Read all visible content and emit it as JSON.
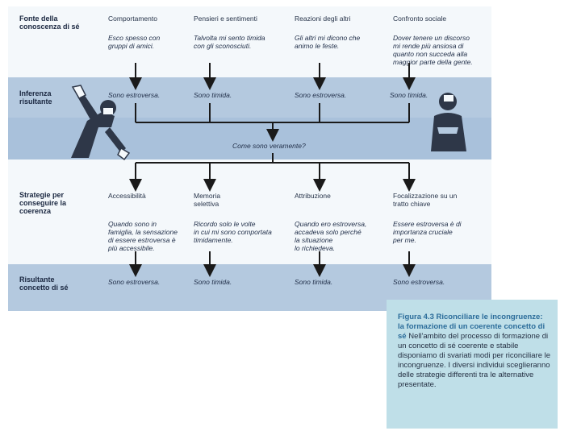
{
  "rows": {
    "sources": "Fonte della\nconoscenza di sé",
    "inference": "Inferenza\nrisultante",
    "strategies": "Strategie per\nconseguire la\ncoerenza",
    "result": "Risultante\nconcetto di sé"
  },
  "sources": [
    {
      "title": "Comportamento",
      "example": "Esco spesso con\ngruppi di amici."
    },
    {
      "title": "Pensieri e sentimenti",
      "example": "Talvolta mi sento timida\ncon gli sconosciuti."
    },
    {
      "title": "Reazioni degli altri",
      "example": "Gli altri mi dicono che\nanimo le feste."
    },
    {
      "title": "Confronto sociale",
      "example": "Dover tenere un discorso\nmi rende più ansiosa di\nquanto non succeda alla\nmaggior parte della gente."
    }
  ],
  "inferences": [
    "Sono estroversa.",
    "Sono timida.",
    "Sono estroversa.",
    "Sono timida."
  ],
  "central_question": "Come sono veramente?",
  "strategies": [
    {
      "title": "Accessibilità",
      "example": "Quando sono in\nfamiglia, la sensazione\ndi essere estroversa è\npiù accessibile."
    },
    {
      "title": "Memoria\nselettiva",
      "example": "Ricordo solo le volte\nin cui mi sono comportata\ntimidamente."
    },
    {
      "title": "Attribuzione",
      "example": "Quando ero estroversa,\naccadeva solo perché\nla situazione\nlo richiedeva."
    },
    {
      "title": "Focalizzazione su un\ntratto chiave",
      "example": "Essere estroversa è di\nimportanza cruciale\nper me."
    }
  ],
  "results": [
    "Sono estroversa.",
    "Sono timida.",
    "Sono timida.",
    "Sono estroversa."
  ],
  "caption": {
    "title": "Figura 4.3 Riconciliare le incongruenze: la formazione di un coerente concetto di sé",
    "body": "Nell'ambito del processo di formazione di un concetto di sé coerente e stabile disponiamo di svariati modi per riconciliare le incongruenze. I diversi individui sceglieranno delle strategie differenti tra le alternative presentate."
  },
  "colors": {
    "figure_bg": "#b9cde2",
    "band_white": "#f4f8fb",
    "caption_bg": "#bfdfe8",
    "caption_title": "#2b6c9a"
  }
}
